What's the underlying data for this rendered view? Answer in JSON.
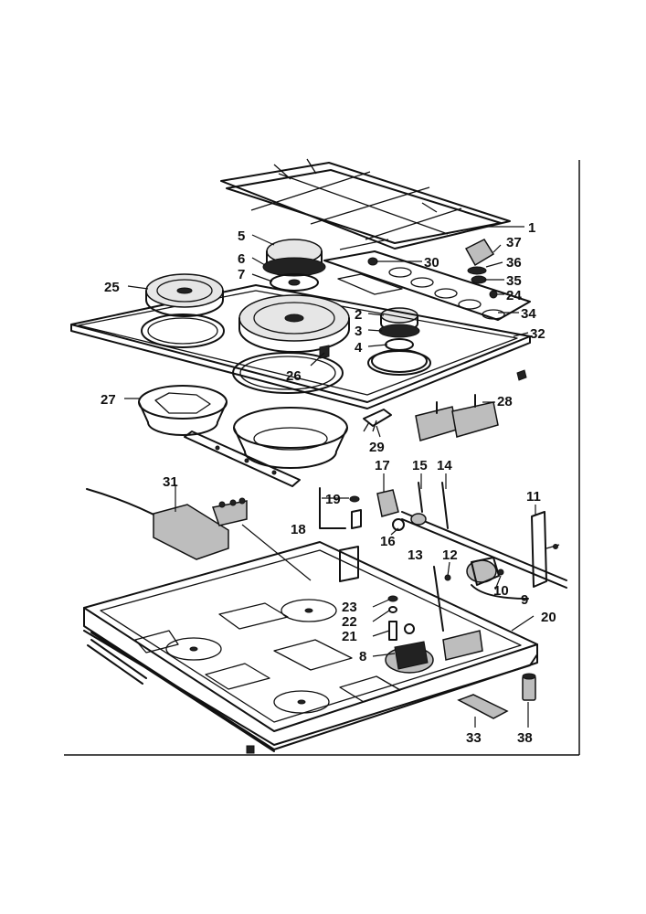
{
  "part_labels": [
    {
      "id": "1",
      "text": "1"
    },
    {
      "id": "2",
      "text": "2"
    },
    {
      "id": "3",
      "text": "3"
    },
    {
      "id": "4",
      "text": "4"
    },
    {
      "id": "5",
      "text": "5"
    },
    {
      "id": "6",
      "text": "6"
    },
    {
      "id": "7",
      "text": "7"
    },
    {
      "id": "8",
      "text": "8"
    },
    {
      "id": "9",
      "text": "9"
    },
    {
      "id": "10",
      "text": "10"
    },
    {
      "id": "11",
      "text": "11"
    },
    {
      "id": "12",
      "text": "12"
    },
    {
      "id": "13",
      "text": "13"
    },
    {
      "id": "14",
      "text": "14"
    },
    {
      "id": "15",
      "text": "15"
    },
    {
      "id": "16",
      "text": "16"
    },
    {
      "id": "17",
      "text": "17"
    },
    {
      "id": "18",
      "text": "18"
    },
    {
      "id": "19",
      "text": "19"
    },
    {
      "id": "20",
      "text": "20"
    },
    {
      "id": "21",
      "text": "21"
    },
    {
      "id": "22",
      "text": "22"
    },
    {
      "id": "23",
      "text": "23"
    },
    {
      "id": "24",
      "text": "24"
    },
    {
      "id": "25",
      "text": "25"
    },
    {
      "id": "26",
      "text": "26"
    },
    {
      "id": "27",
      "text": "27"
    },
    {
      "id": "28",
      "text": "28"
    },
    {
      "id": "29",
      "text": "29"
    },
    {
      "id": "30",
      "text": "30"
    },
    {
      "id": "31",
      "text": "31"
    },
    {
      "id": "32",
      "text": "32"
    },
    {
      "id": "33",
      "text": "33"
    },
    {
      "id": "34",
      "text": "34"
    },
    {
      "id": "35",
      "text": "35"
    },
    {
      "id": "36",
      "text": "36"
    },
    {
      "id": "37",
      "text": "37"
    },
    {
      "id": "38",
      "text": "38"
    }
  ]
}
